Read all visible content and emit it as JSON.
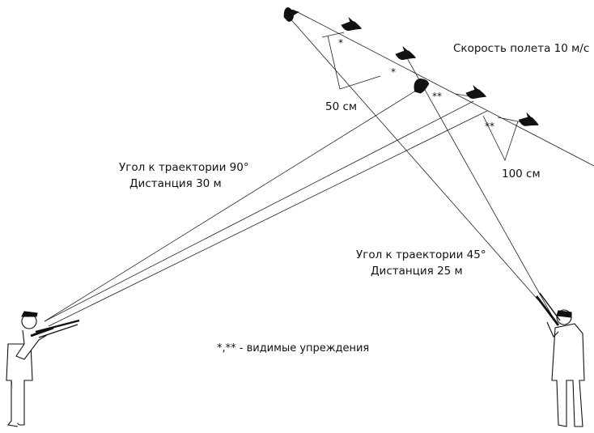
{
  "labels": {
    "speed": "Скорость полета 10 м/с",
    "lead_small": "50 см",
    "lead_large": "100 см",
    "angle90": "Угол к траектории 90°",
    "distance30": "Дистанция 30 м",
    "angle45": "Угол к траектории 45°",
    "distance25": "Дистанция 25 м",
    "legend": "*,** - видимые упреждения"
  },
  "marks": {
    "single": "*",
    "double": "**"
  }
}
